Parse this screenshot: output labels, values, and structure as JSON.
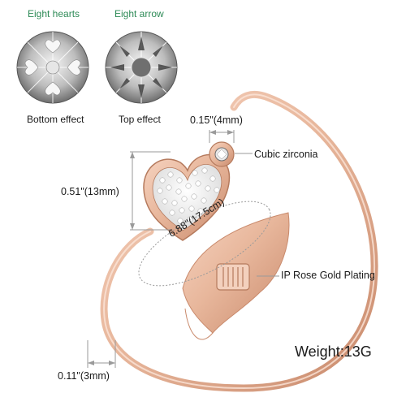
{
  "diamonds": {
    "hearts_caption": "Eight hearts",
    "arrows_caption": "Eight arrow",
    "bottom_caption": "Bottom effect",
    "top_caption": "Top effect"
  },
  "dimensions": {
    "stone_width": "0.15\"(4mm)",
    "heart_height": "0.51\"(13mm)",
    "circumference": "6.88\"(17.5cm)",
    "band_width": "0.11\"(3mm)"
  },
  "features": {
    "stone_label": "Cubic zirconia",
    "plating_label": "IP Rose Gold Plating",
    "weight": "Weight:13G"
  },
  "colors": {
    "caption_green": "#2e8b57",
    "rose_gold": "#e8b79c",
    "rose_gold_dark": "#c98a6c",
    "guide_line": "#9a9a9a"
  }
}
